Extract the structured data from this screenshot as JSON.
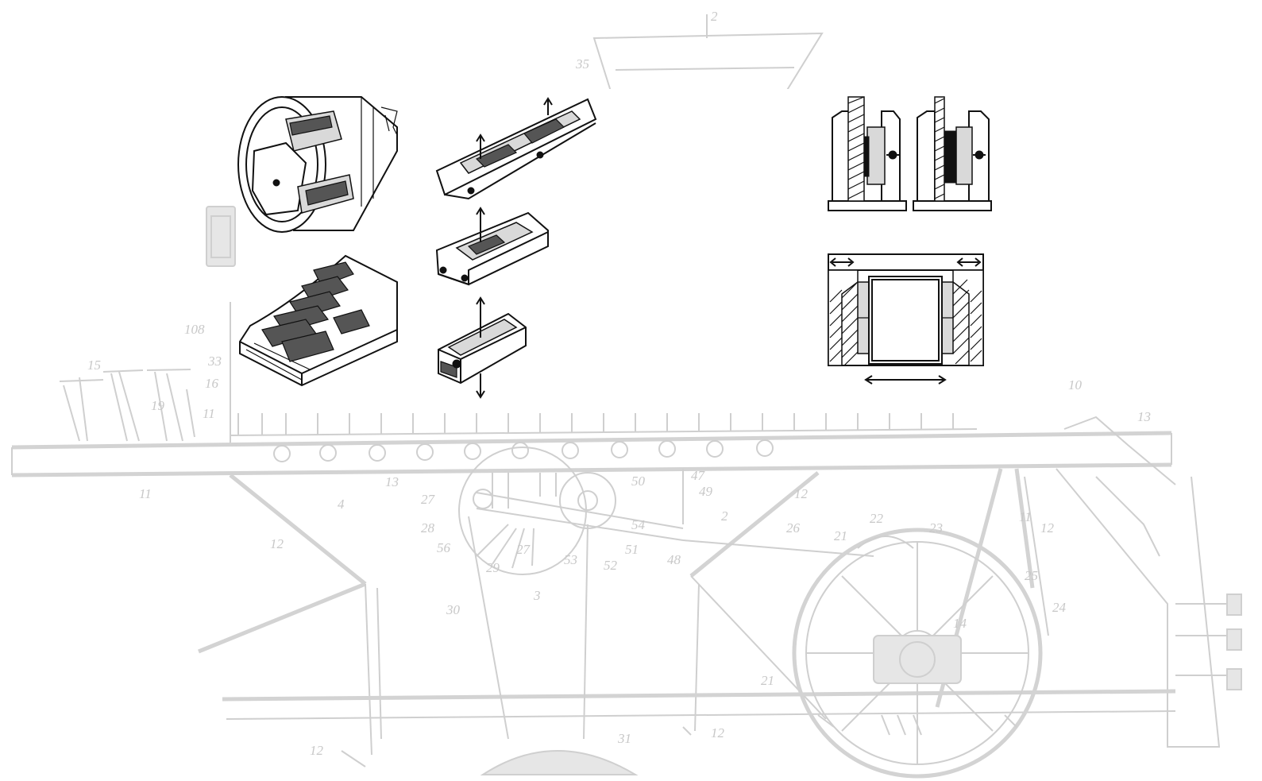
{
  "patent_labels": [
    {
      "id": "label-2-top",
      "text": "2"
    },
    {
      "id": "label-35",
      "text": "35"
    },
    {
      "id": "label-108",
      "text": "108"
    },
    {
      "id": "label-33",
      "text": "33"
    },
    {
      "id": "label-15",
      "text": "15"
    },
    {
      "id": "label-16",
      "text": "16"
    },
    {
      "id": "label-19",
      "text": "19"
    },
    {
      "id": "label-11-a",
      "text": "11"
    },
    {
      "id": "label-11-b",
      "text": "11"
    },
    {
      "id": "label-11-c",
      "text": "11"
    },
    {
      "id": "label-13-a",
      "text": "13"
    },
    {
      "id": "label-13-b",
      "text": "13"
    },
    {
      "id": "label-10",
      "text": "10"
    },
    {
      "id": "label-4",
      "text": "4"
    },
    {
      "id": "label-27-a",
      "text": "27"
    },
    {
      "id": "label-27-b",
      "text": "27"
    },
    {
      "id": "label-28",
      "text": "28"
    },
    {
      "id": "label-56",
      "text": "56"
    },
    {
      "id": "label-29",
      "text": "29"
    },
    {
      "id": "label-53",
      "text": "53"
    },
    {
      "id": "label-52",
      "text": "52"
    },
    {
      "id": "label-51",
      "text": "51"
    },
    {
      "id": "label-54",
      "text": "54"
    },
    {
      "id": "label-50",
      "text": "50"
    },
    {
      "id": "label-49",
      "text": "49"
    },
    {
      "id": "label-48",
      "text": "48"
    },
    {
      "id": "label-47",
      "text": "47"
    },
    {
      "id": "label-2-mid",
      "text": "2"
    },
    {
      "id": "label-3",
      "text": "3"
    },
    {
      "id": "label-30",
      "text": "30"
    },
    {
      "id": "label-31",
      "text": "31"
    },
    {
      "id": "label-12-a",
      "text": "12"
    },
    {
      "id": "label-12-b",
      "text": "12"
    },
    {
      "id": "label-12-c",
      "text": "12"
    },
    {
      "id": "label-12-d",
      "text": "12"
    },
    {
      "id": "label-12-e",
      "text": "12"
    },
    {
      "id": "label-26",
      "text": "26"
    },
    {
      "id": "label-21",
      "text": "21"
    },
    {
      "id": "label-22",
      "text": "22"
    },
    {
      "id": "label-23",
      "text": "23"
    },
    {
      "id": "label-25",
      "text": "25"
    },
    {
      "id": "label-24",
      "text": "24"
    },
    {
      "id": "label-14",
      "text": "14"
    },
    {
      "id": "label-21-b",
      "text": "21"
    }
  ]
}
